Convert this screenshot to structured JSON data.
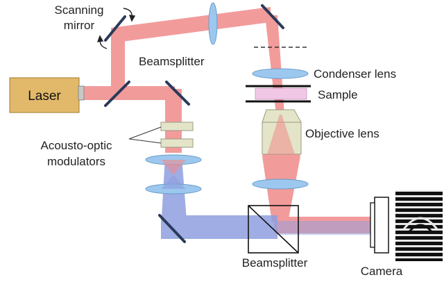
{
  "labels": {
    "scanning_mirror": [
      "Scanning",
      "mirror"
    ],
    "beamsplitter_top": "Beamsplitter",
    "laser": "Laser",
    "aom": [
      "Acousto-optic",
      "modulators"
    ],
    "condenser_lens": "Condenser lens",
    "sample": "Sample",
    "objective_lens": "Objective lens",
    "beamsplitter_bottom": "Beamsplitter",
    "camera": "Camera"
  },
  "colors": {
    "red_beam": "#f08a8a",
    "blue_beam": "#8f9fe0",
    "lens": "#9cc8ef",
    "laser_box": "#e2b96a",
    "sample": "#f1c7e6",
    "objective": "#e3e4c8",
    "mirror": "#2a3a5a"
  }
}
